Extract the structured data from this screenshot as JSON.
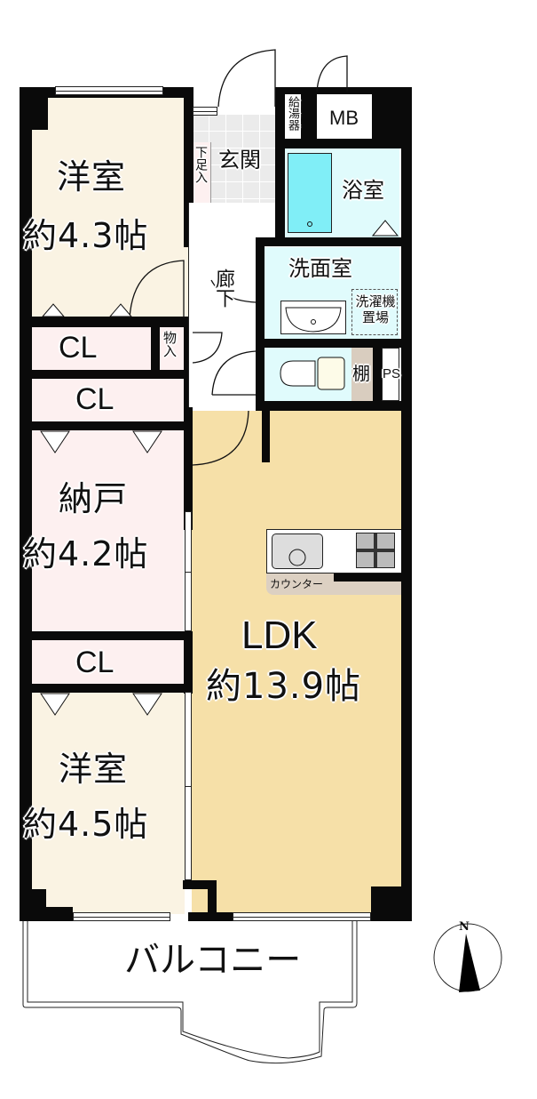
{
  "floorplan": {
    "rooms": {
      "western_room_1": {
        "name": "洋室",
        "size": "約4.3帖",
        "color": "#faf3e3"
      },
      "storage_room": {
        "name": "納戸",
        "size": "約4.2帖",
        "color": "#fdf0f0"
      },
      "western_room_2": {
        "name": "洋室",
        "size": "約4.5帖",
        "color": "#faf3e3"
      },
      "ldk": {
        "name": "LDK",
        "size": "約13.9帖",
        "color": "#f6e0a8"
      },
      "entrance": {
        "name": "玄関",
        "color": "#ebebeb"
      },
      "shoe_box": {
        "name": "下足入",
        "color": "#fdf0f0"
      },
      "water_heater": {
        "name": "給湯器"
      },
      "meter_box": {
        "name": "MB"
      },
      "bathroom": {
        "name": "浴室",
        "color": "#e0fbfc"
      },
      "washroom": {
        "name": "洗面室",
        "color": "#e0fbfc"
      },
      "washing_machine": {
        "name": "洗濯機置場"
      },
      "toilet": {
        "name": "",
        "color": "#e0fbfc"
      },
      "shelf": {
        "name": "棚",
        "color": "#d9cdbf"
      },
      "pipe_space": {
        "name": "PS"
      },
      "hallway": {
        "name": "廊下"
      },
      "storage": {
        "name": "物入"
      },
      "closet_1": {
        "name": "CL",
        "color": "#fdf0f0"
      },
      "closet_2": {
        "name": "CL",
        "color": "#fdf0f0"
      },
      "closet_3": {
        "name": "CL",
        "color": "#fdf0f0"
      },
      "counter": {
        "name": "カウンター",
        "color": "#dcd0c2"
      },
      "balcony": {
        "name": "バルコニー"
      }
    },
    "compass": {
      "label": "N"
    }
  }
}
